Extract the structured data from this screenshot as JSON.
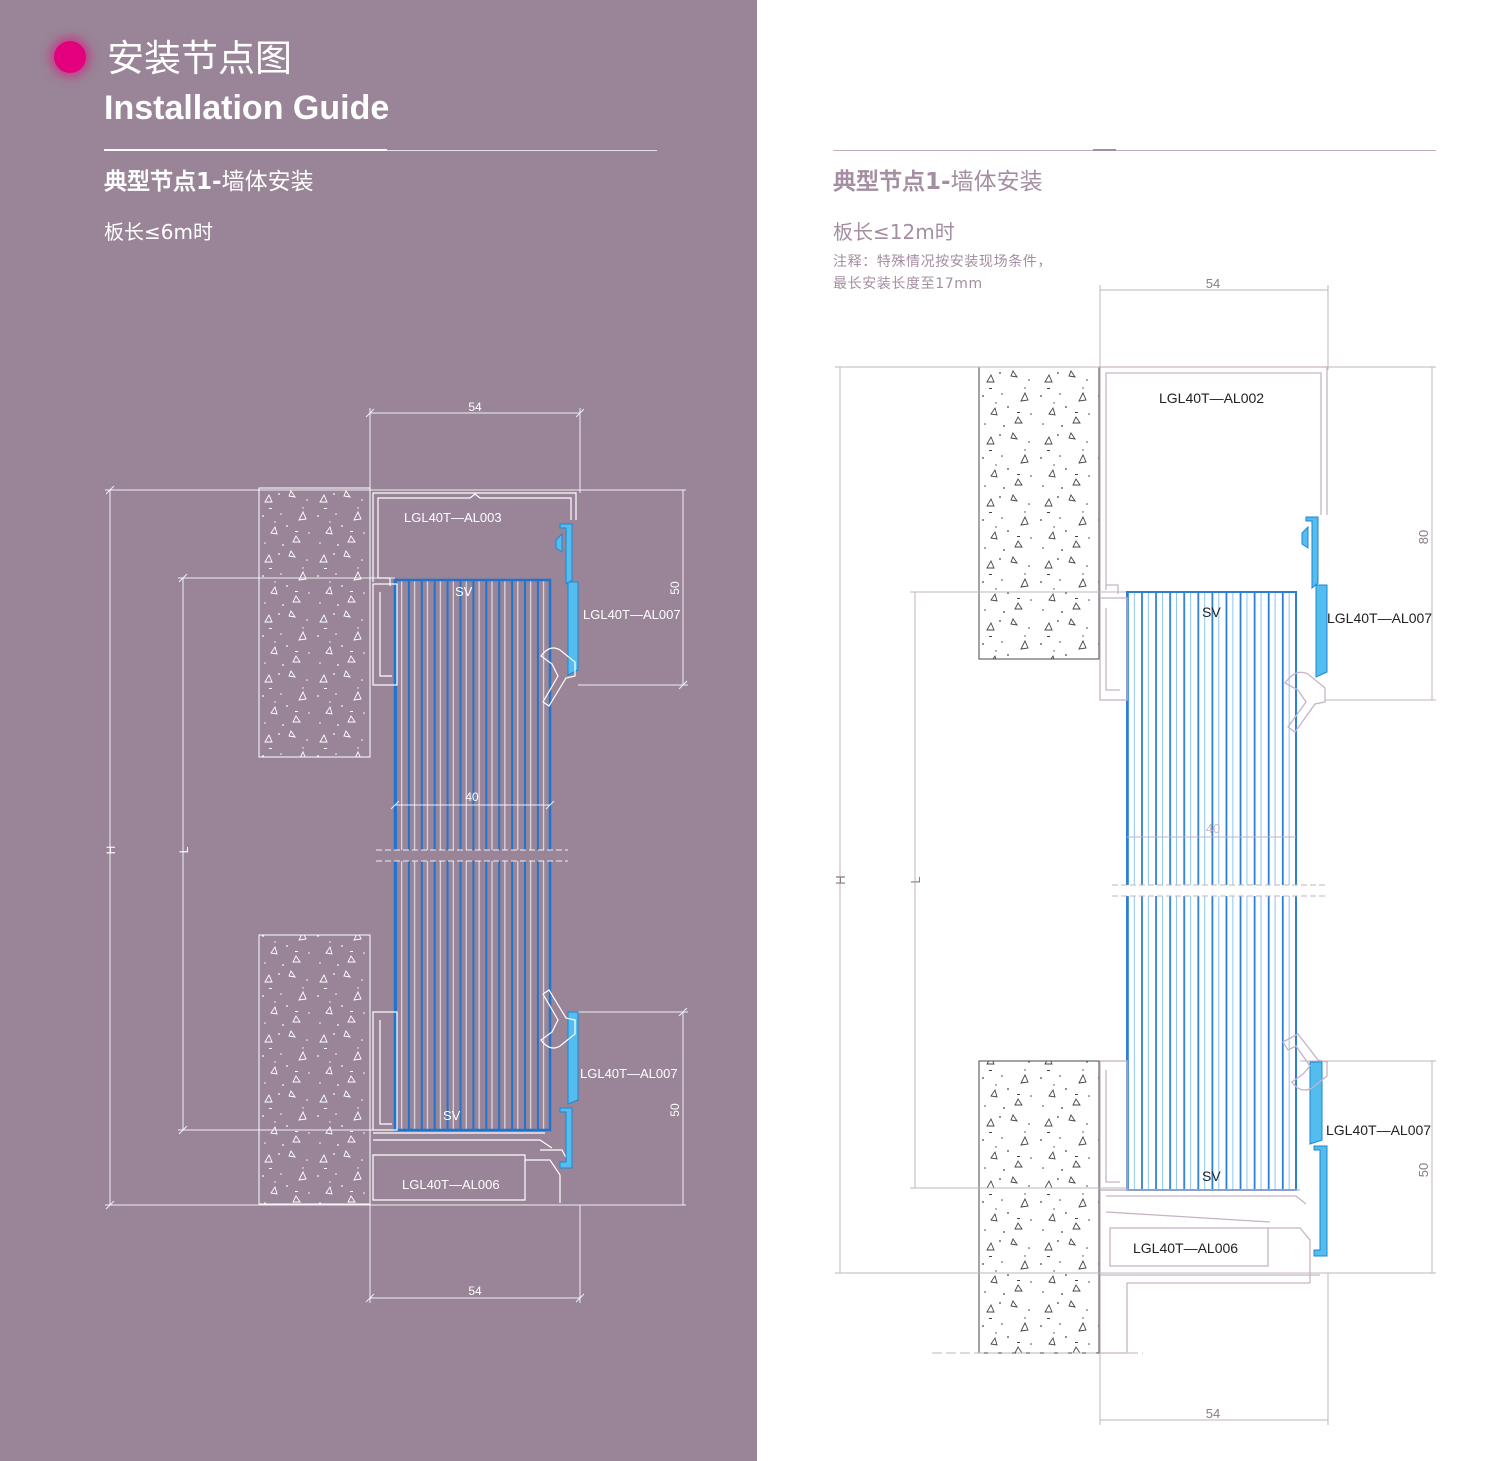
{
  "colors": {
    "left_background": "#998597",
    "accent_dot": "#e3007e",
    "right_heading": "#a48ea2",
    "panel_blue": "#1f74d0",
    "clip_cyan": "#52bdee"
  },
  "left": {
    "title_cn": "安装节点图",
    "title_en": "Installation Guide",
    "section_bold": "典型节点1-",
    "section_rest": "墙体安装",
    "condition": "板长≤6m时",
    "drawing": {
      "dim_top": "54",
      "dim_bottom": "54",
      "dim_h": "H",
      "dim_l": "L",
      "dim_width": "40",
      "dim_right_top": "50",
      "dim_right_bottom": "50",
      "profile_top": "LGL40T—AL003",
      "profile_clip_top": "LGL40T—AL007",
      "profile_clip_bottom": "LGL40T—AL007",
      "profile_bottom": "LGL40T—AL006",
      "sv_top": "SV",
      "sv_bottom": "SV"
    }
  },
  "right": {
    "section_bold": "典型节点1-",
    "section_rest": "墙体安装",
    "condition": "板长≤12m时",
    "note_line1": "注释：特殊情况按安装现场条件，",
    "note_line2": "最长安装长度至17mm",
    "drawing": {
      "dim_top": "54",
      "dim_bottom": "54",
      "dim_h": "H",
      "dim_l": "L",
      "dim_width": "40",
      "dim_right_top": "80",
      "dim_right_bottom": "50",
      "profile_top": "LGL40T—AL002",
      "profile_clip_top": "LGL40T—AL007",
      "profile_clip_bottom": "LGL40T—AL007",
      "profile_bottom": "LGL40T—AL006",
      "sv_top": "SV",
      "sv_bottom": "SV"
    }
  }
}
